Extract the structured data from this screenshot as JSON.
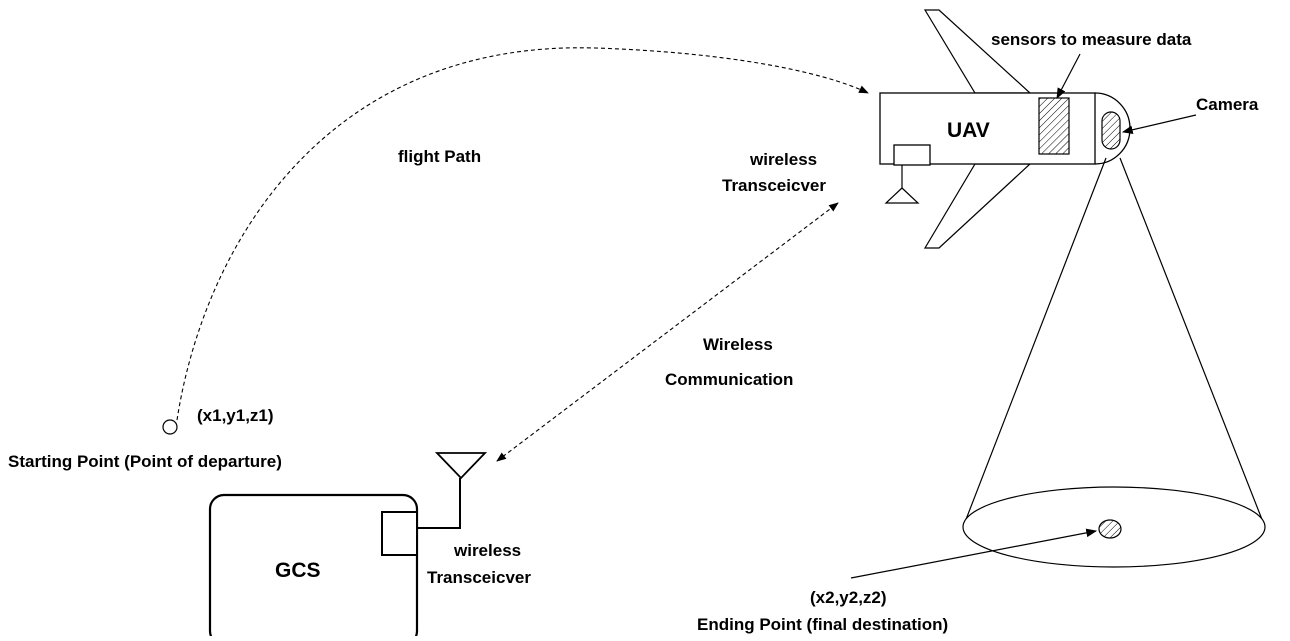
{
  "labels": {
    "flight_path": "flight Path",
    "start_coords": "(x1,y1,z1)",
    "start_point": "Starting Point (Point of departure)",
    "gcs": "GCS",
    "gcs_transceiver_line1": "wireless",
    "gcs_transceiver_line2": "Transceicver",
    "wireless_comm_line1": "Wireless",
    "wireless_comm_line2": "Communication",
    "uav_transceiver_line1": "wireless",
    "uav_transceiver_line2": "Transceicver",
    "uav": "UAV",
    "sensors": "sensors to measure data",
    "camera": "Camera",
    "end_coords": "(x2,y2,z2)",
    "end_point": "Ending Point (final destination)"
  }
}
